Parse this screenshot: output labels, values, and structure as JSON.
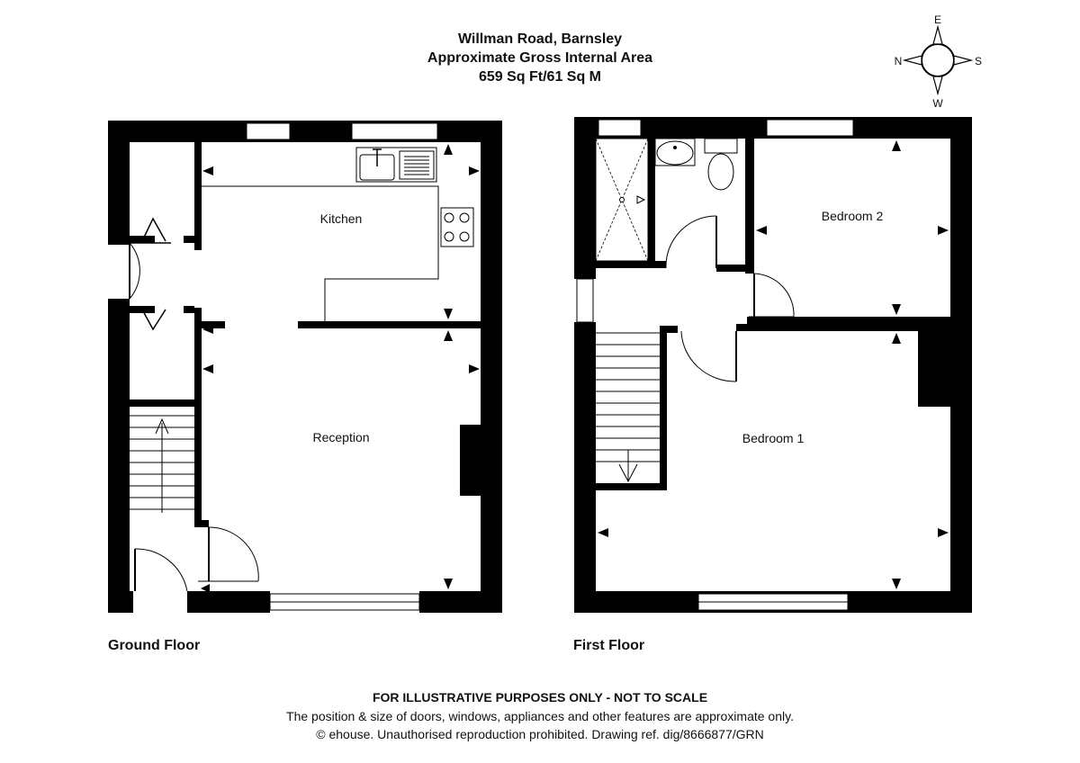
{
  "header": {
    "title": "Willman Road, Barnsley",
    "subtitle": "Approximate Gross Internal Area",
    "area": "659 Sq Ft/61 Sq M"
  },
  "compass": {
    "north": "N",
    "east": "E",
    "south": "S",
    "west": "W"
  },
  "floors": {
    "ground": {
      "label": "Ground Floor",
      "rooms": {
        "kitchen": "Kitchen",
        "reception": "Reception"
      }
    },
    "first": {
      "label": "First Floor",
      "rooms": {
        "bedroom1": "Bedroom 1",
        "bedroom2": "Bedroom 2"
      }
    }
  },
  "footer": {
    "disclaimer": "FOR ILLUSTRATIVE PURPOSES ONLY - NOT TO SCALE",
    "note": "The position & size of doors, windows, appliances and other features are approximate only.",
    "copyright": "© ehouse. Unauthorised reproduction prohibited. Drawing ref. dig/8666877/GRN"
  },
  "colors": {
    "wall": "#000000",
    "background": "#ffffff"
  }
}
